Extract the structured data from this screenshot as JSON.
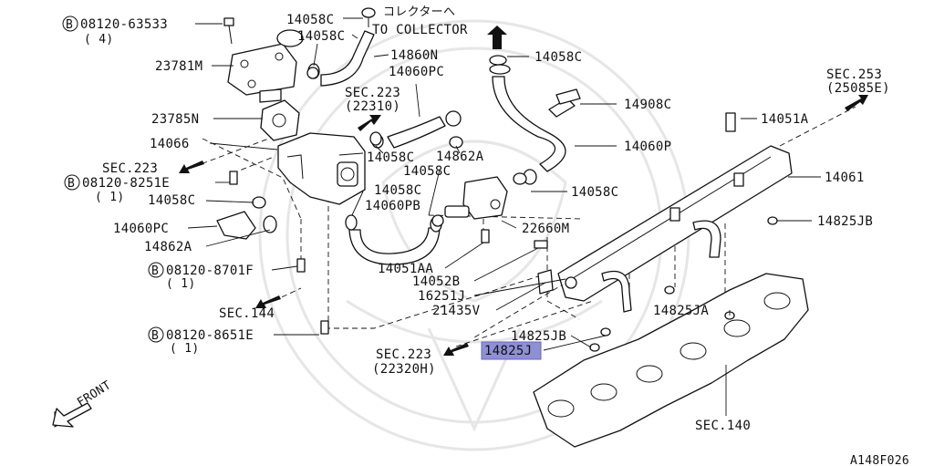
{
  "diagram": {
    "highlight_color": "#8f8fd6",
    "callouts": {
      "bolt_08120_63533": "08120-63533",
      "bolt_08120_63533_qty": "( 4)",
      "p23781M": "23781M",
      "p14058C_top1": "14058C",
      "p14058C_top2": "14058C",
      "collector_jp": "コレクターへ",
      "collector_en": "TO COLLECTOR",
      "p14860N": "14860N",
      "p14060PC_top": "14060PC",
      "p14058C_tube": "14058C",
      "sec253": "SEC.253",
      "sec253_ref": "(25085E)",
      "sec223_top": "SEC.223",
      "sec223_top_ref": "(22310)",
      "p14908C": "14908C",
      "p23785N": "23785N",
      "p14051A": "14051A",
      "p14066": "14066",
      "p14862A_mid": "14862A",
      "p14060P": "14060P",
      "sec223_left": "SEC.223",
      "p14058C_mid": "14058C",
      "p14058C_mid2": "14058C",
      "p14061": "14061",
      "bolt_08120_8251E": "08120-8251E",
      "bolt_08120_8251E_qty": "( 1)",
      "p14058C_right": "14058C",
      "p14058C_left": "14058C",
      "p14060PB": "14060PB",
      "p14060PC_left": "14060PC",
      "p14825JB_right": "14825JB",
      "p22660M": "22660M",
      "p14862A_left": "14862A",
      "p14051AA": "14051AA",
      "bolt_08120_8701F": "08120-8701F",
      "bolt_08120_8701F_qty": "( 1)",
      "p14052B": "14052B",
      "p16251J": "16251J",
      "sec144": "SEC.144",
      "p21435V": "21435V",
      "p14825JA": "14825JA",
      "bolt_08120_8651E": "08120-8651E",
      "bolt_08120_8651E_qty": "( 1)",
      "p14825JB_low": "14825JB",
      "p14825J": "14825J",
      "sec223_low": "SEC.223",
      "sec223_low_ref": "(22320H)",
      "sec140": "SEC.140",
      "front": "FRONT",
      "bolt_mark": "B",
      "diagram_code": "A148F026"
    }
  }
}
